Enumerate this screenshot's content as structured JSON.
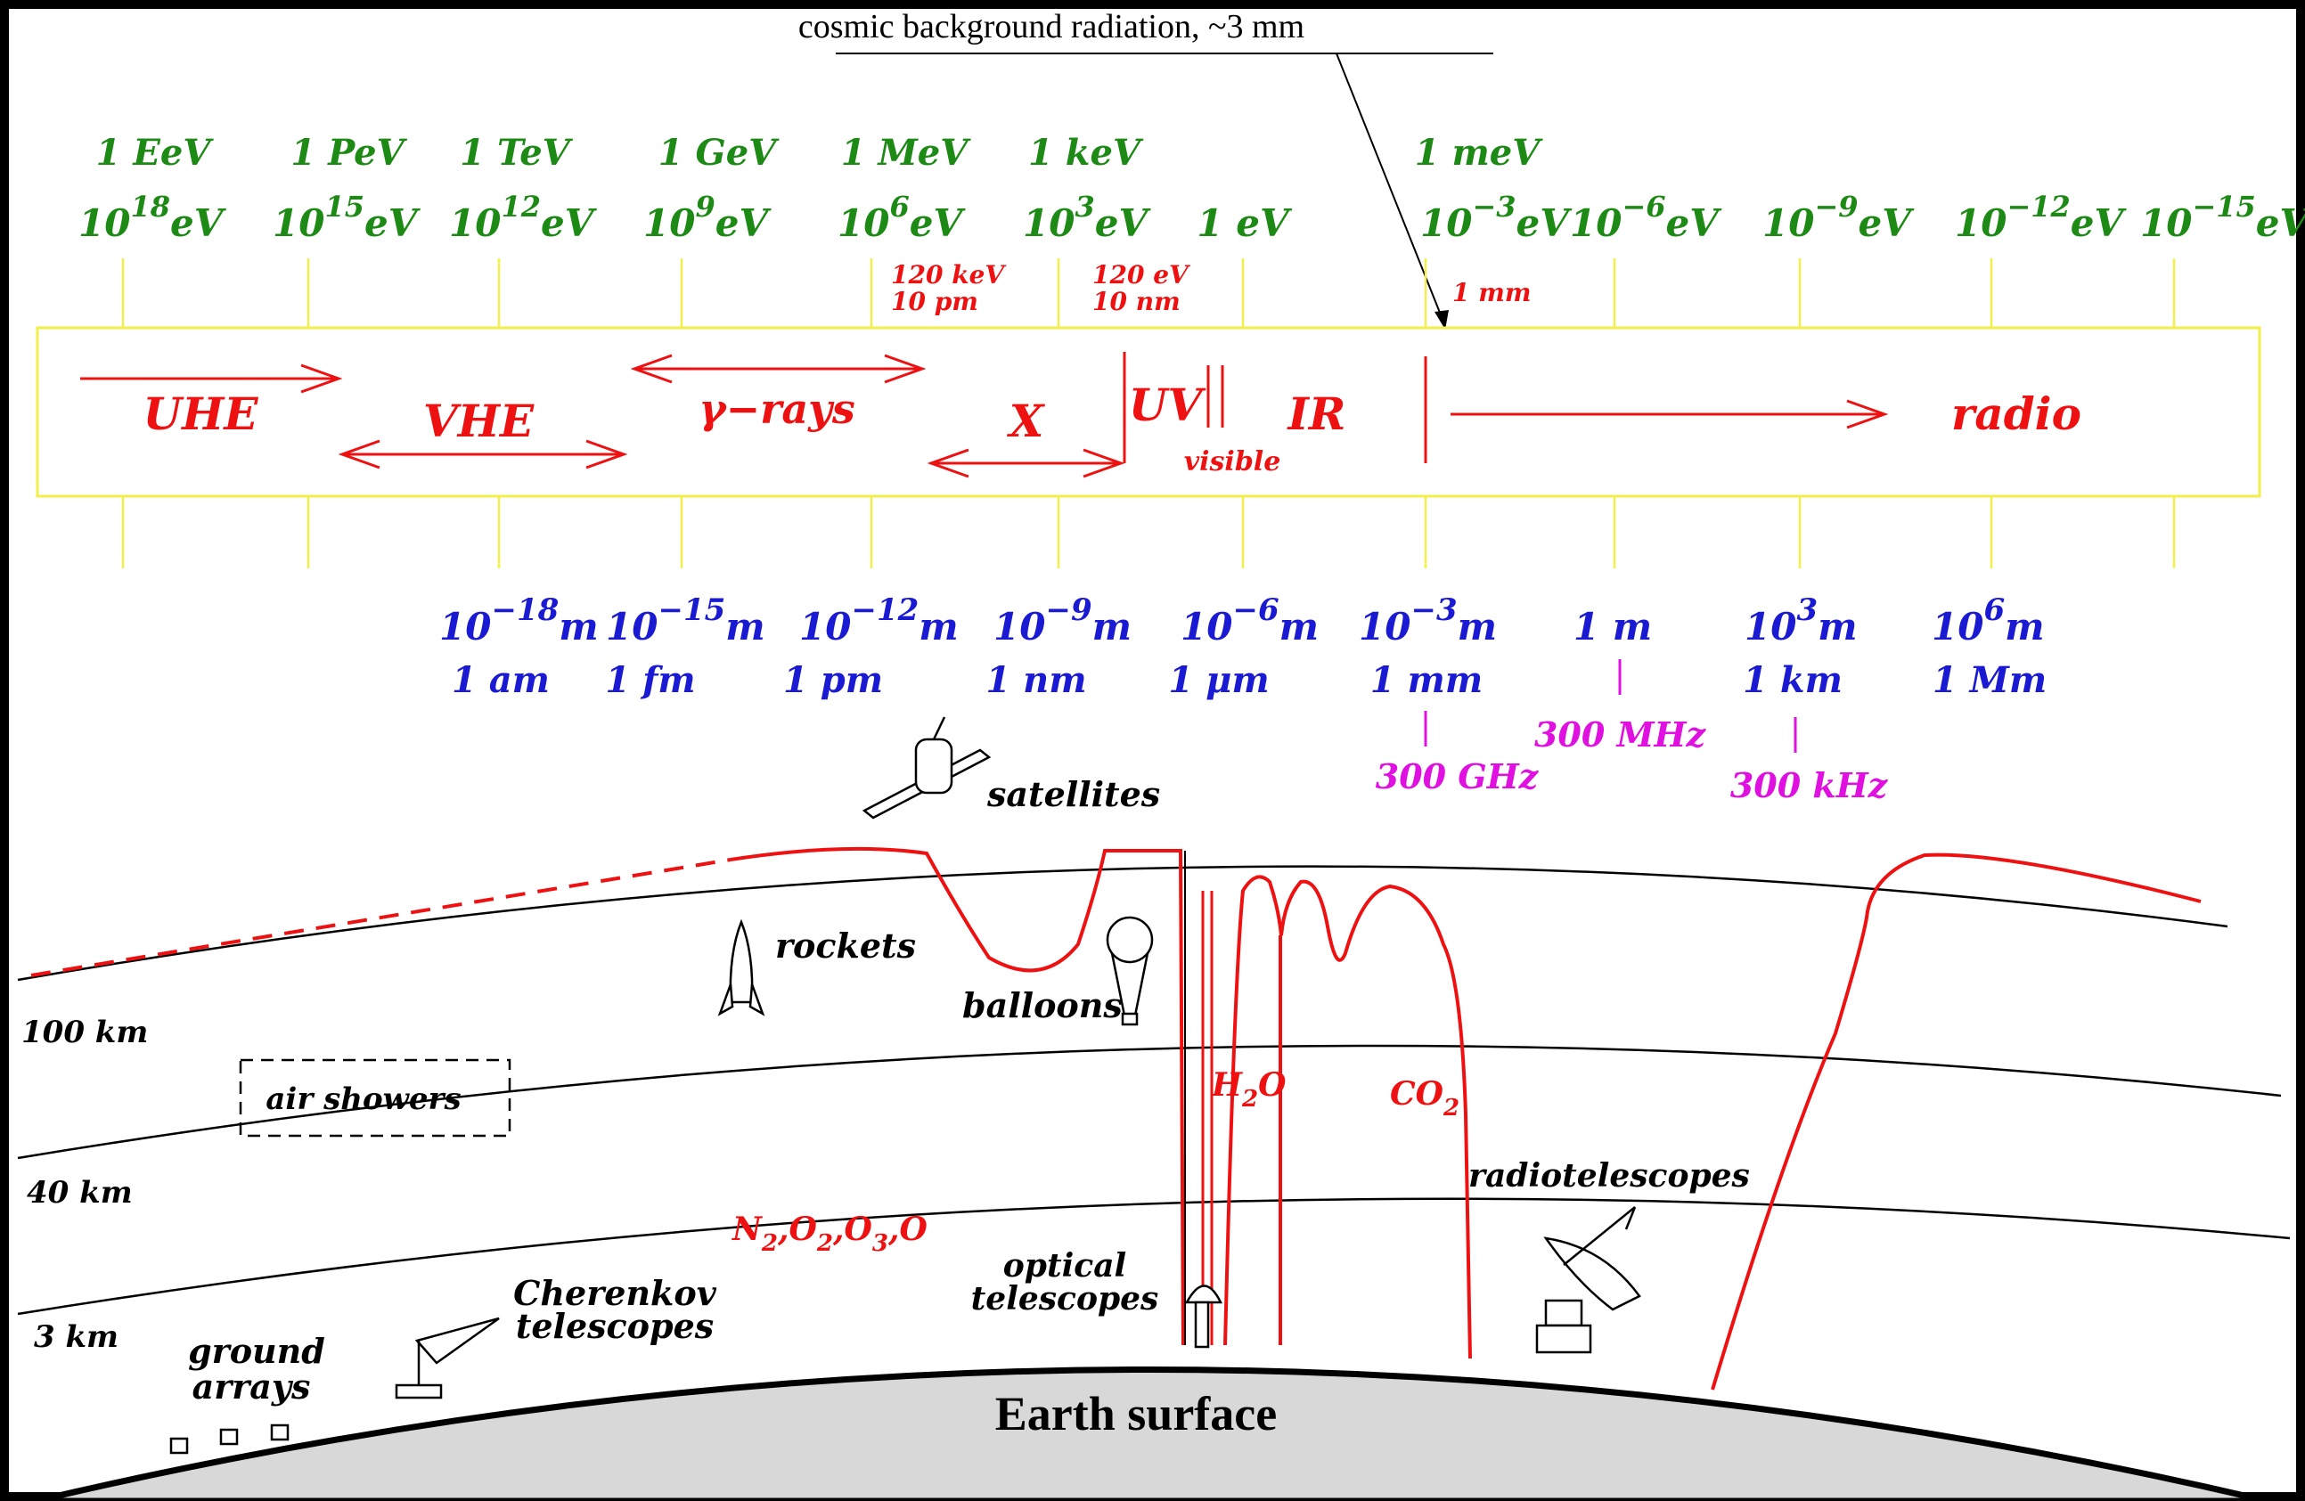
{
  "header": {
    "cmb_label": "cosmic background radiation, ~3 mm"
  },
  "energy_ticks": [
    {
      "name": "1 EeV",
      "exp": "18",
      "unit": "eV"
    },
    {
      "name": "1 PeV",
      "exp": "15",
      "unit": "eV"
    },
    {
      "name": "1 TeV",
      "exp": "12",
      "unit": "eV"
    },
    {
      "name": "1 GeV",
      "exp": "9",
      "unit": "eV"
    },
    {
      "name": "1 MeV",
      "exp": "6",
      "unit": "eV"
    },
    {
      "name": "1 keV",
      "exp": "3",
      "unit": "eV"
    },
    {
      "name": "1 eV",
      "exp": "",
      "unit": ""
    },
    {
      "name": "1 meV",
      "exp": "−3",
      "unit": "eV"
    },
    {
      "name": "",
      "exp": "−6",
      "unit": "eV"
    },
    {
      "name": "",
      "exp": "−9",
      "unit": "eV"
    },
    {
      "name": "",
      "exp": "−12",
      "unit": "eV"
    },
    {
      "name": "",
      "exp": "−15",
      "unit": "eV"
    }
  ],
  "tick_base": "10",
  "band_markers": {
    "m120kev": "120 keV",
    "m10pm": "10 pm",
    "m120ev": "120 eV",
    "m10nm": "10 nm",
    "m1mm": "1 mm"
  },
  "bands": {
    "uhe": "UHE",
    "vhe": "VHE",
    "gamma": "γ−rays",
    "x": "X",
    "uv": "UV",
    "ir": "IR",
    "visible": "visible",
    "radio": "radio"
  },
  "wavelength_ticks": [
    {
      "exp": "−18",
      "unit": "m",
      "name": "1 am"
    },
    {
      "exp": "−15",
      "unit": "m",
      "name": "1 fm"
    },
    {
      "exp": "−12",
      "unit": "m",
      "name": "1 pm"
    },
    {
      "exp": "−9",
      "unit": "m",
      "name": "1 nm"
    },
    {
      "exp": "−6",
      "unit": "m",
      "name": "1 μm"
    },
    {
      "exp": "−3",
      "unit": "m",
      "name": "1 mm"
    },
    {
      "exp": "",
      "unit": "",
      "name": "1 m",
      "single": "1 m"
    },
    {
      "exp": "3",
      "unit": "m",
      "name": "1 km"
    },
    {
      "exp": "6",
      "unit": "m",
      "name": "1 Mm"
    }
  ],
  "frequencies": {
    "f300ghz": "300 GHz",
    "f300mhz": "300 MHz",
    "f300khz": "300 kHz"
  },
  "observatories": {
    "satellites": "satellites",
    "rockets": "rockets",
    "balloons": "balloons",
    "air_showers": "air showers",
    "radiotelescopes": "radiotelescopes",
    "optical_l1": "optical",
    "optical_l2": "telescopes",
    "cherenkov_l1": "Cherenkov",
    "cherenkov_l2": "telescopes",
    "ground_l1": "ground",
    "ground_l2": "arrays"
  },
  "altitudes": {
    "a100": "100 km",
    "a40": "40 km",
    "a3": "3 km"
  },
  "absorbers": {
    "h2o_h": "H",
    "h2o_sub": "2",
    "h2o_o": "O",
    "co2_c": "CO",
    "co2_sub": "2",
    "n": "N",
    "o": "O",
    "sub2": "2",
    "sub3": "3",
    "comma": ","
  },
  "earth_label": "Earth surface",
  "colors": {
    "background": "#ffffff",
    "energy_labels": "#1c8a14",
    "wavelength_labels": "#1a1ad2",
    "frequency_labels": "#e010e0",
    "bands": "#ee1111",
    "band_box": "#f2ef4a",
    "earth": "#d8d8d8"
  }
}
